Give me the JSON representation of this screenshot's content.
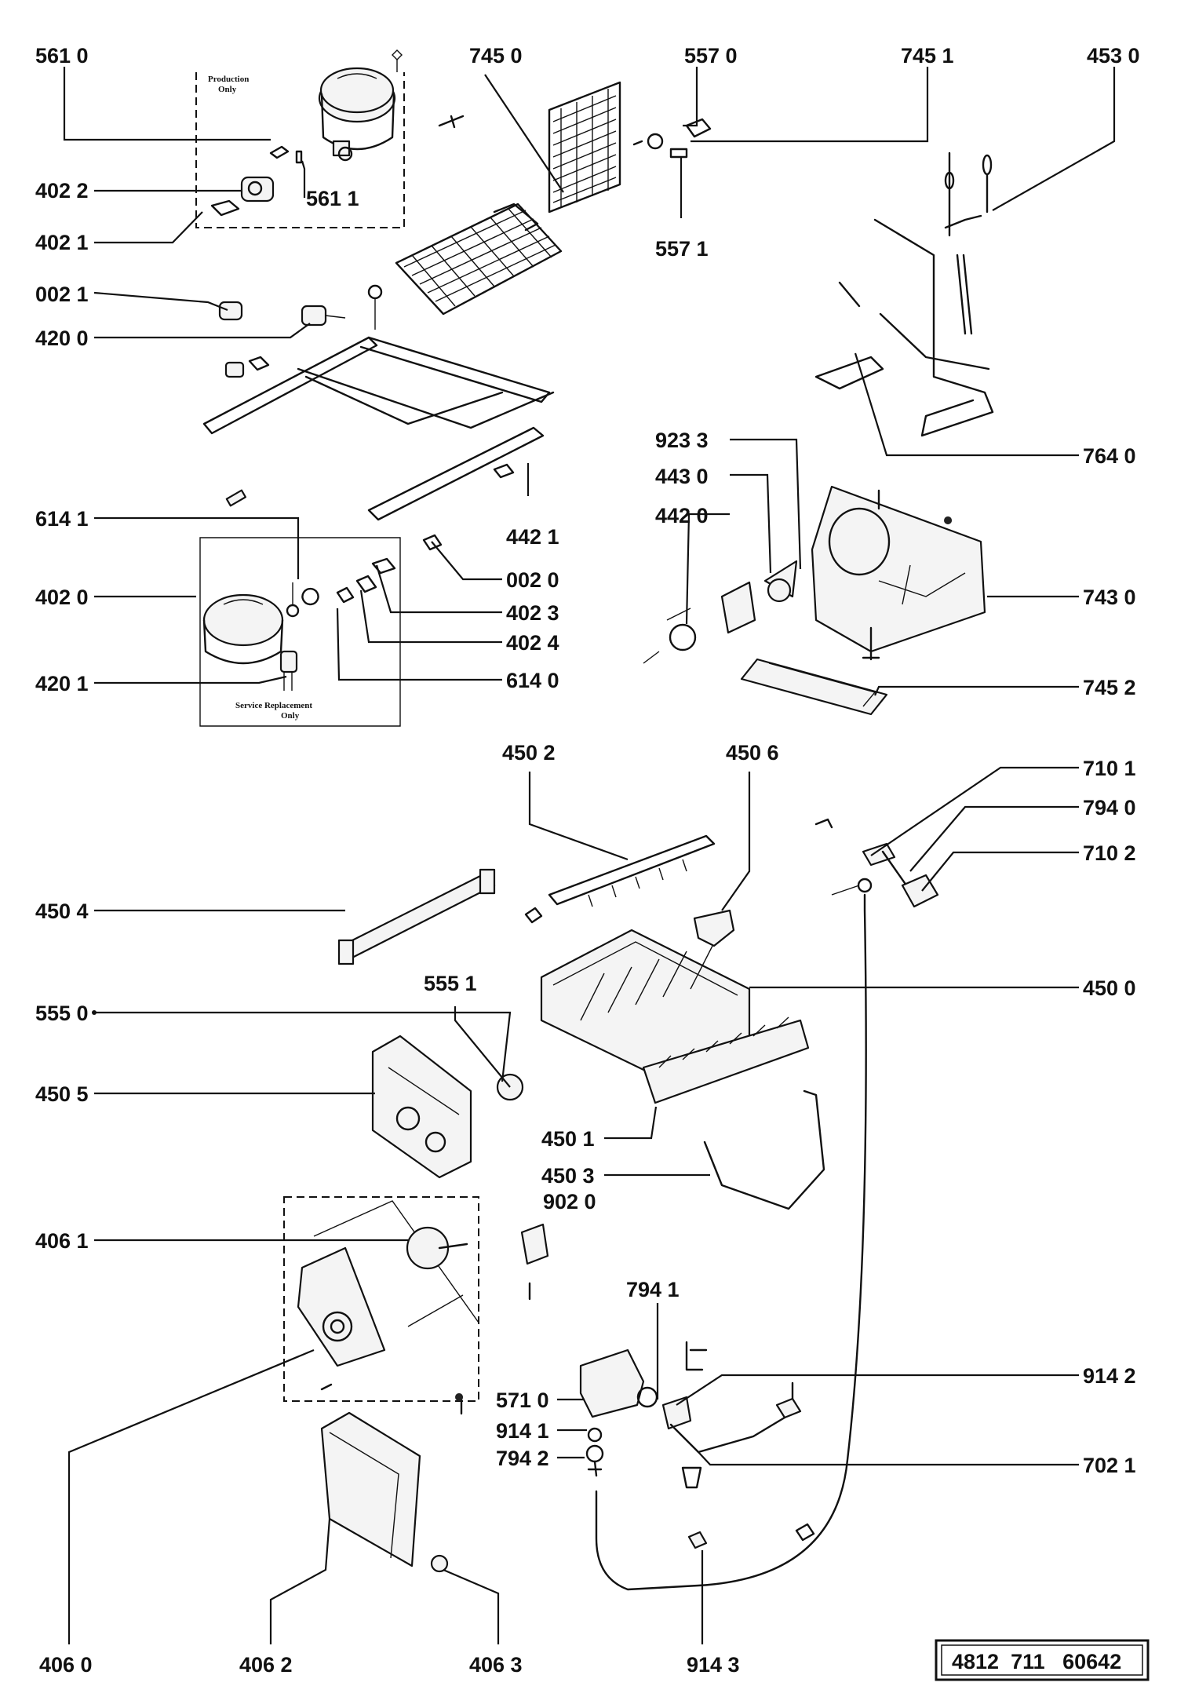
{
  "labels": {
    "l5610": "561 0",
    "l7450": "745 0",
    "l5570": "557 0",
    "l7451": "745 1",
    "l4530": "453 0",
    "l5611": "561 1",
    "l4022": "402 2",
    "l4021": "402 1",
    "l5571": "557 1",
    "l0021": "002 1",
    "l4200": "420 0",
    "l7640": "764 0",
    "l9233": "923 3",
    "l4430": "443 0",
    "l6141": "614 1",
    "l4421": "442 1",
    "l4420": "442 0",
    "l0020": "002 0",
    "l4020": "402 0",
    "l4023": "402 3",
    "l7430": "743 0",
    "l4024": "402 4",
    "l4201": "420 1",
    "l6140": "614 0",
    "l7452": "745 2",
    "l4502": "450 2",
    "l4506": "450 6",
    "l7101": "710 1",
    "l7940": "794 0",
    "l7102": "710 2",
    "l4504": "450 4",
    "l5551": "555 1",
    "l4500": "450 0",
    "l5550": "555 0",
    "l4505": "450 5",
    "l4501": "450 1",
    "l4503": "450 3",
    "l9020": "902 0",
    "l4061": "406 1",
    "l7941": "794 1",
    "l9142": "914 2",
    "l5710": "571 0",
    "l9141": "914 1",
    "l7942": "794 2",
    "l7021": "702 1",
    "l4060": "406 0",
    "l4062": "406 2",
    "l4063": "406 3",
    "l9143": "914 3"
  },
  "notes": {
    "production_only_line1": "Production",
    "production_only_line2": "Only",
    "service_line1": "Service Replacement",
    "service_line2": "Only"
  },
  "code_box": "4812  711   60642",
  "icons": [
    "compressor-icon",
    "condenser-coil-icon",
    "evaporator-icon",
    "fan-motor-icon",
    "ice-maker-icon",
    "water-valve-icon",
    "ice-bin-icon"
  ]
}
